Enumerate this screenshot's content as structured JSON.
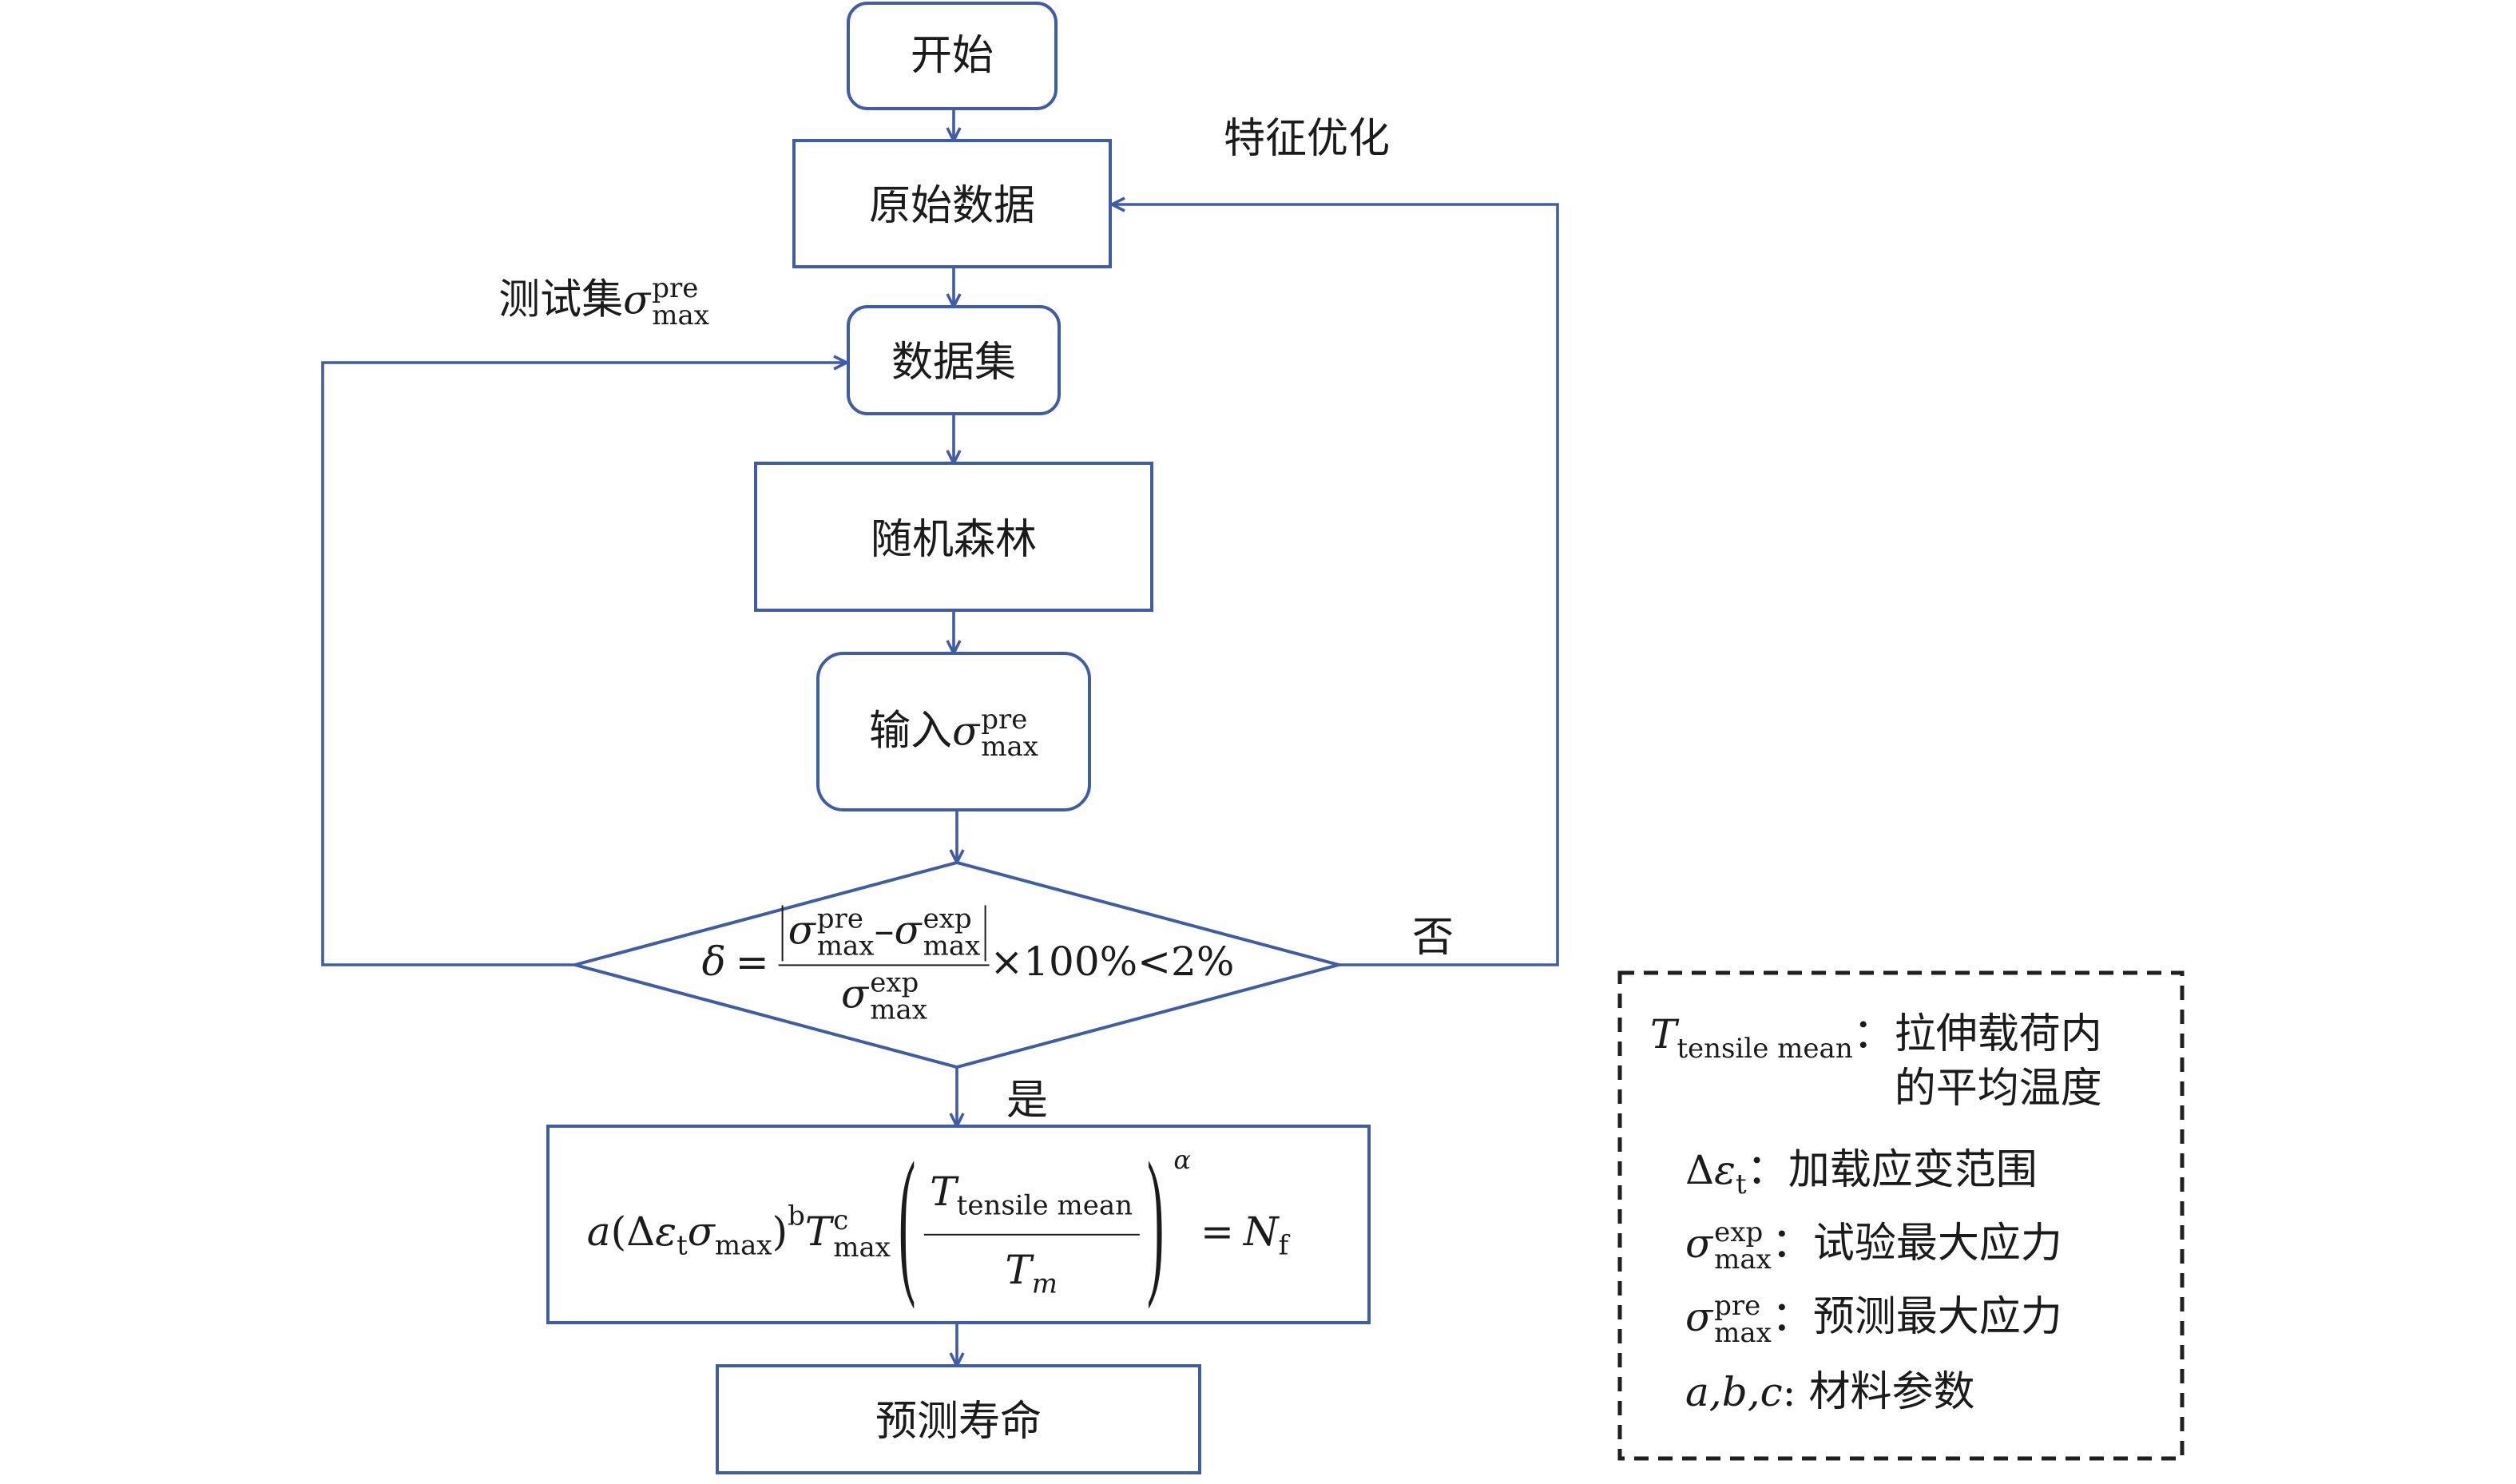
{
  "nodes": {
    "start": "开始",
    "raw_data": "原始数据",
    "dataset": "数据集",
    "random_forest": "随机森林",
    "input": {
      "text": "输入",
      "symbol": "σ",
      "sup": "pre",
      "sub": "max"
    },
    "decision": {
      "lhs": "δ",
      "equals": "=",
      "num_a": {
        "symbol": "σ",
        "sup": "pre",
        "sub": "max"
      },
      "minus": "–",
      "num_b": {
        "symbol": "σ",
        "sup": "exp",
        "sub": "max"
      },
      "den": {
        "symbol": "σ",
        "sup": "exp",
        "sub": "max"
      },
      "tail": "×100%<2%"
    },
    "life_formula": {
      "a": "a",
      "open": "(Δ",
      "eps": "ε",
      "eps_sub": "t",
      "sigma": "σ",
      "sigma_sub": "max",
      "close": ")",
      "b": "b",
      "T": "T",
      "T_sup": "c",
      "T_sub": "max",
      "lparen": "(",
      "num": "T",
      "num_sub": "tensile mean",
      "den": "T",
      "den_sub": "m",
      "rparen": ")",
      "alpha": "α",
      "equals": "=",
      "N": "N",
      "N_sub": "f"
    },
    "predict_life": "预测寿命"
  },
  "edge_labels": {
    "feature_opt": "特征优化",
    "no": "否",
    "yes": "是",
    "test_set": {
      "text": "测试集",
      "symbol": "σ",
      "sup": "pre",
      "sub": "max"
    }
  },
  "legend": {
    "t_tensile": {
      "symbol": "T",
      "sub": "tensile mean",
      "sep": "：",
      "line1": "拉伸载荷内",
      "line2": "的平均温度"
    },
    "delta_eps": {
      "symbol_a": "Δ",
      "symbol_b": "ε",
      "sub": "t",
      "sep": "：",
      "desc": "加载应变范围"
    },
    "sigma_exp": {
      "symbol": "σ",
      "sup": "exp",
      "sub": "max",
      "sep": "：",
      "desc": "试验最大应力"
    },
    "sigma_pre": {
      "symbol": "σ",
      "sup": "pre",
      "sub": "max",
      "sep": "：",
      "desc": "预测最大应力"
    },
    "abc": {
      "symbols": "a,b,c",
      "sep": ":",
      "desc": "材料参数"
    }
  },
  "colors": {
    "line": "#3f5ca9",
    "legend_border": "#1f1f1f",
    "text": "#1b1b1b",
    "background": "#ffffff"
  }
}
